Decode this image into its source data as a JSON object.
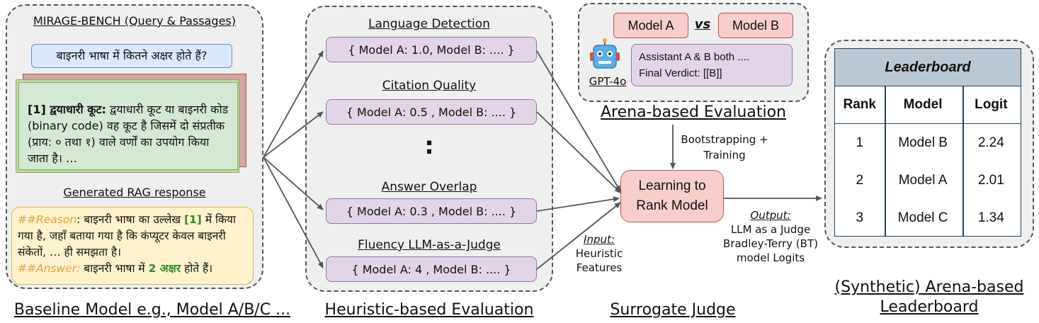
{
  "baseline": {
    "title": "MIRAGE-BENCH (Query & Passages)",
    "query": "बाइनरी भाषा में कितने अक्षर होते हैं?",
    "passage_bold": "[1] द्वयाधारी कूट:",
    "passage_rest": " द्वयाधारी कूट या बाइनरी कोड (binary code) वह कूट है जिसमें दो संप्रतीक (प्राय: ० तथा १) वाले वर्णों का उपयोग किया जाता है। …",
    "response_title": "Generated RAG response",
    "reason_label": "##Reason",
    "reason_text": ": बाइनरी भाषा का उल्लेख ",
    "reason_cite": "[1]",
    "reason_text2": " में किया गया है, जहाँ बताया गया है कि कंप्यूटर केवल बाइनरी संकेतों, … ही समझता है।",
    "answer_label": "##Answer:",
    "answer_text": " बाइनरी भाषा में ",
    "answer_bold": "2 अक्षर",
    "answer_text2": " होते हैं।",
    "caption": "Baseline Model e.g., Model A/B/C ..."
  },
  "heuristic": {
    "items": [
      {
        "title": "Language Detection",
        "value": "{ Model A:  1.0, Model B: .... }"
      },
      {
        "title": "Citation Quality",
        "value": "{ Model A:  0.5 , Model B: .... }"
      },
      {
        "title": "Answer Overlap",
        "value": "{ Model A:  0.3 , Model B: .... }"
      },
      {
        "title": "Fluency LLM-as-a-Judge",
        "value": "{ Model A:  4 , Model B: .... }"
      }
    ],
    "ellipsis": ":",
    "caption": "Heuristic-based Evaluation"
  },
  "arena": {
    "model_a": "Model A",
    "vs": "vs",
    "model_b": "Model B",
    "judge": "GPT-4o",
    "assistant_line": "Assistant A & B both ....",
    "verdict_line": "Final Verdict: [[B]]",
    "caption": "Arena-based Evaluation"
  },
  "surrogate": {
    "bootstrap": "Bootstrapping + Training",
    "box": "Learning to Rank Model",
    "input_label": "Input:",
    "input_text": "Heuristic Features",
    "output_label": "Output:",
    "output_text": "LLM as a Judge Bradley-Terry (BT) model Logits",
    "caption": "Surrogate Judge"
  },
  "leaderboard": {
    "title": "Leaderboard",
    "headers": [
      "Rank",
      "Model",
      "Logit"
    ],
    "rows": [
      {
        "rank": "1",
        "model": "Model B",
        "logit": "2.24"
      },
      {
        "rank": "2",
        "model": "Model A",
        "logit": "2.01"
      },
      {
        "rank": "3",
        "model": "Model C",
        "logit": "1.34"
      }
    ],
    "caption": "(Synthetic) Arena-based Leaderboard"
  },
  "colors": {
    "purple_fill": "#e1d5e7",
    "purple_border": "#9673a6",
    "red_fill": "#f8cecc",
    "red_border": "#b85450",
    "blue_fill": "#dae8fc",
    "blue_border": "#6c8ebf",
    "green_fill": "#d5e8d4",
    "green_border": "#82b366",
    "yellow_fill": "#fff2cc",
    "yellow_border": "#d6b656",
    "header_fill": "#bac8d3",
    "reason_orange": "#e6a23c",
    "answer_green": "#2e8b2e"
  }
}
